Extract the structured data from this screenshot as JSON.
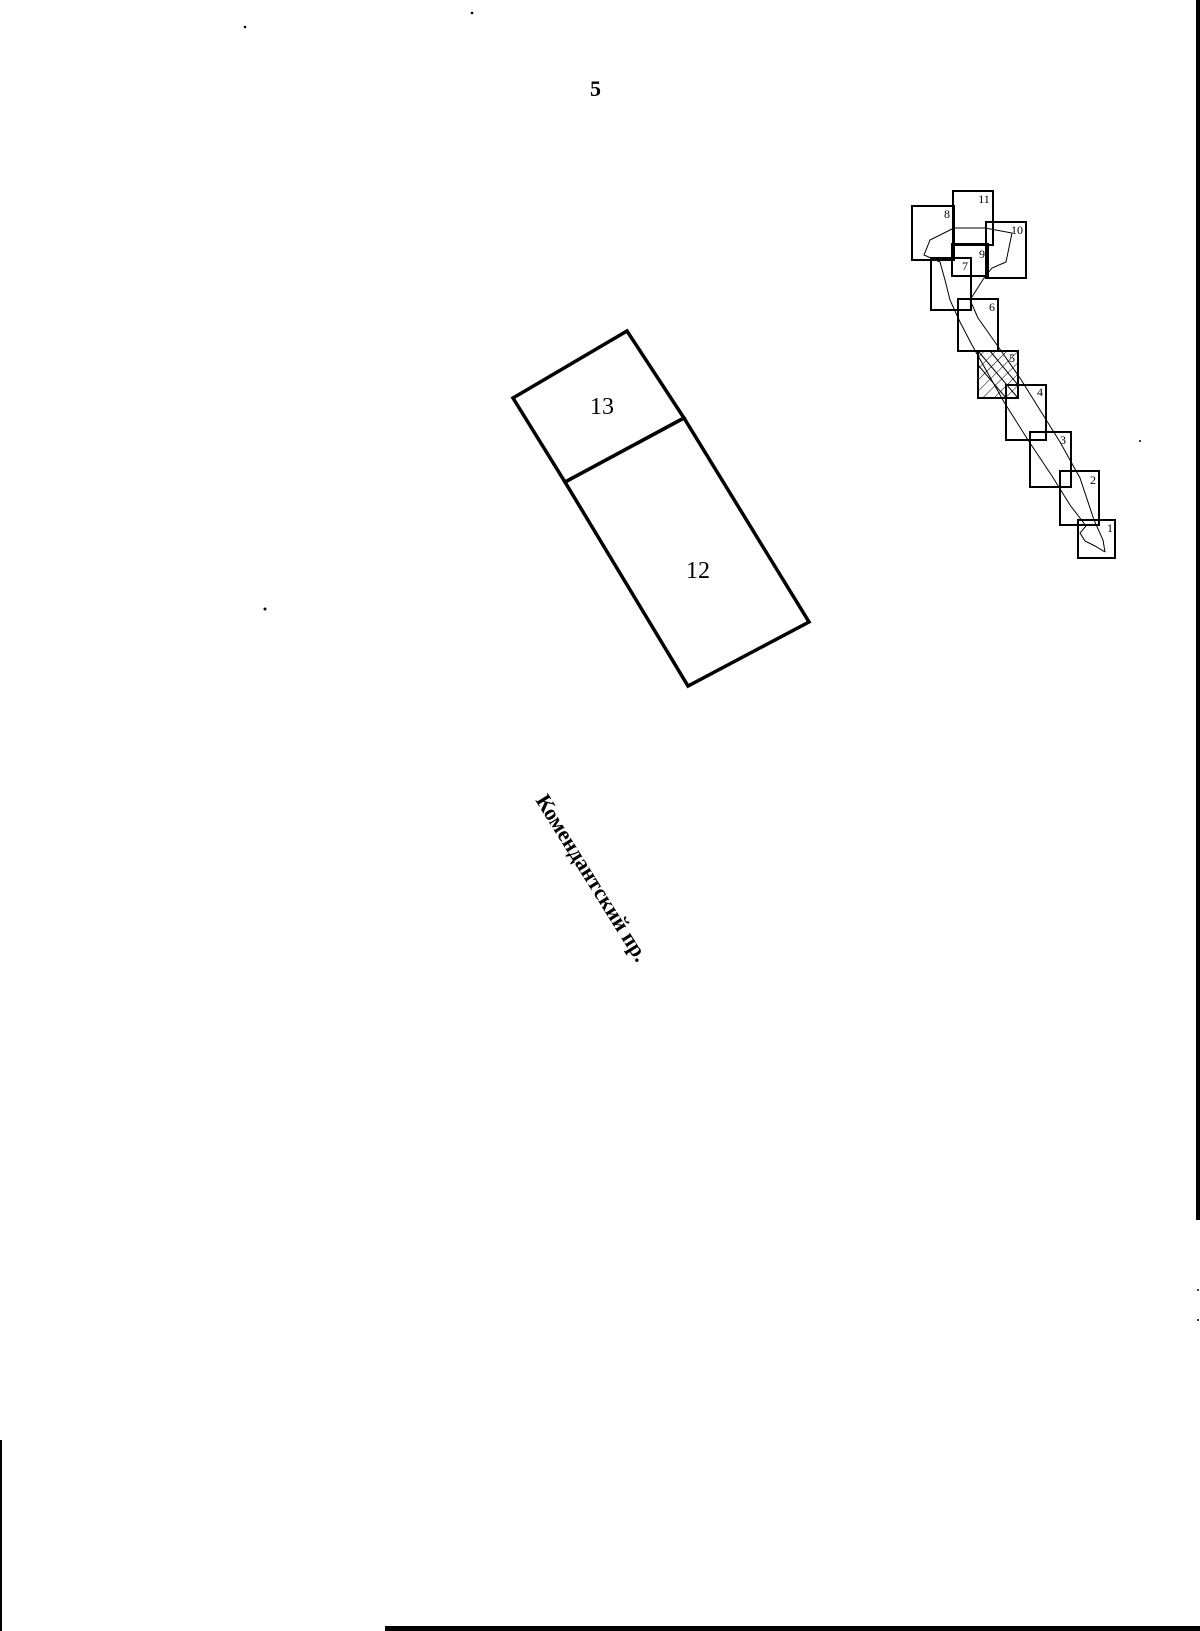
{
  "page": {
    "number": "5"
  },
  "main_parcels": [
    {
      "label": "13"
    },
    {
      "label": "12"
    }
  ],
  "street": {
    "name": "Комендантский пр."
  },
  "index_sheets": [
    "1",
    "2",
    "3",
    "4",
    "5",
    "6",
    "7",
    "8",
    "9",
    "10",
    "11"
  ],
  "highlighted_sheet": "5",
  "colors": {
    "ink": "#000000",
    "paper": "#ffffff"
  }
}
